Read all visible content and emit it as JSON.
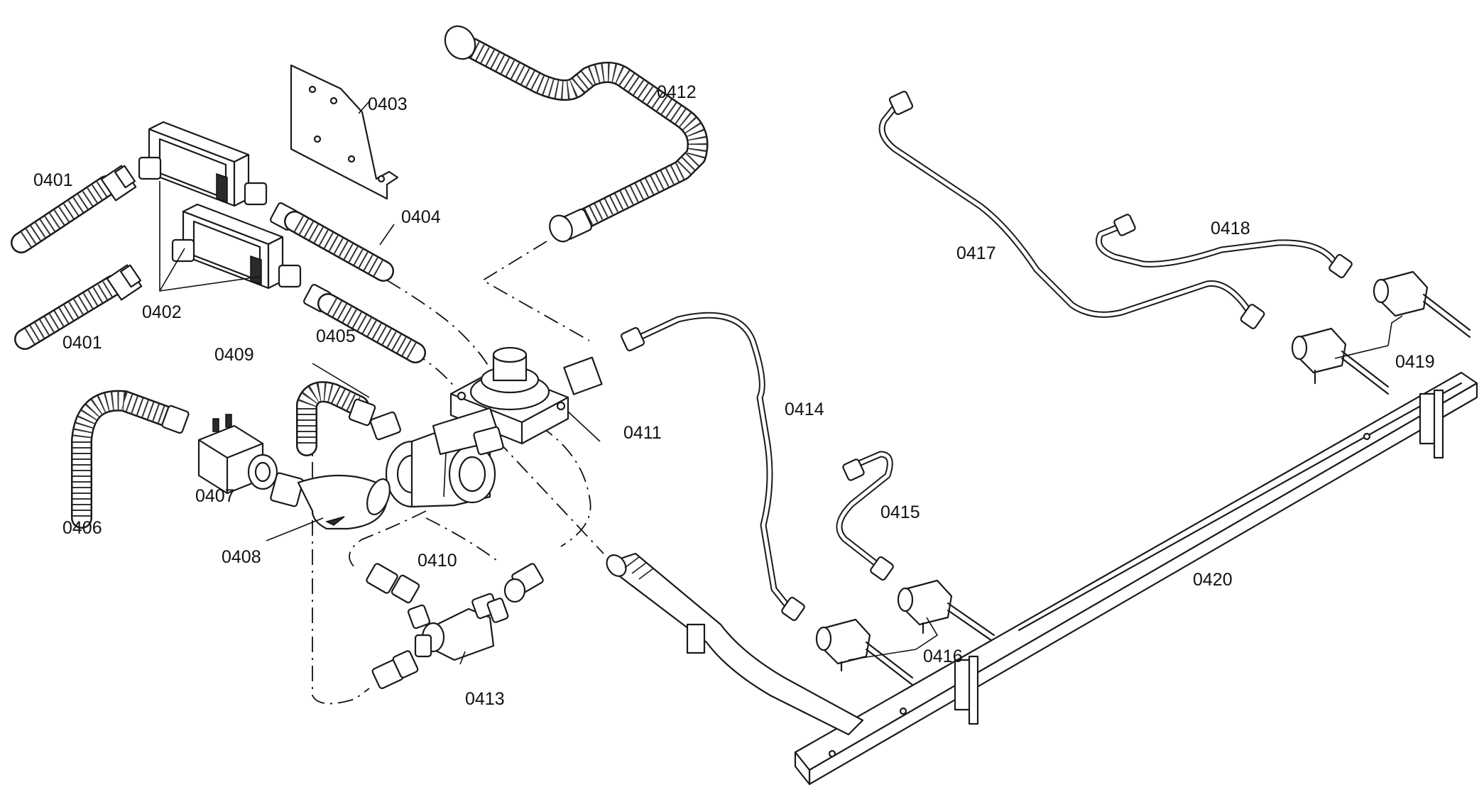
{
  "labels": {
    "p0401a": "0401",
    "p0401b": "0401",
    "p0402": "0402",
    "p0403": "0403",
    "p0404": "0404",
    "p0405": "0405",
    "p0406": "0406",
    "p0407": "0407",
    "p0408": "0408",
    "p0409": "0409",
    "p0410": "0410",
    "p0411": "0411",
    "p0412": "0412",
    "p0413": "0413",
    "p0414": "0414",
    "p0415": "0415",
    "p0416": "0416",
    "p0417": "0417",
    "p0418": "0418",
    "p0419": "0419",
    "p0420": "0420"
  }
}
